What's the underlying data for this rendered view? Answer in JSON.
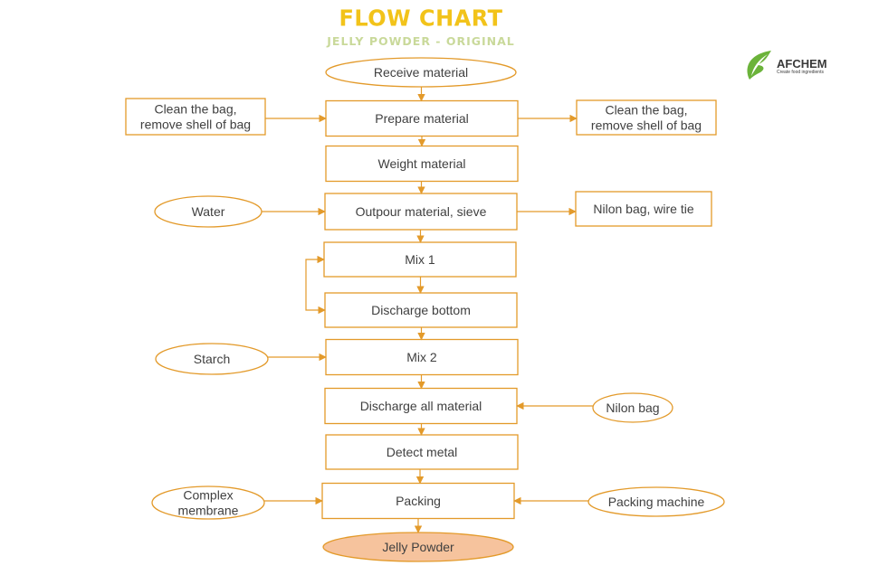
{
  "header": {
    "title": "FLOW CHART",
    "subtitle": "JELLY POWDER - ORIGINAL"
  },
  "logo": {
    "name": "AFCHEM",
    "tagline": "Create food ingredients",
    "colors": {
      "green": "#6bb33a",
      "dark_green": "#2f7a34"
    }
  },
  "colors": {
    "stroke": "#e39a2a",
    "text": "#404040",
    "final_fill": "#f6c39d"
  },
  "steps": [
    {
      "id": "receive",
      "label": "Receive material",
      "shape": "ellipse"
    },
    {
      "id": "prepare",
      "label": "Prepare material",
      "shape": "rect"
    },
    {
      "id": "weight",
      "label": "Weight material",
      "shape": "rect"
    },
    {
      "id": "outpour",
      "label": "Outpour material, sieve",
      "shape": "rect"
    },
    {
      "id": "mix1",
      "label": "Mix 1",
      "shape": "rect"
    },
    {
      "id": "discharge-bottom",
      "label": "Discharge bottom",
      "shape": "rect"
    },
    {
      "id": "mix2",
      "label": "Mix 2",
      "shape": "rect"
    },
    {
      "id": "discharge-all",
      "label": "Discharge all material",
      "shape": "rect"
    },
    {
      "id": "detect",
      "label": "Detect metal",
      "shape": "rect"
    },
    {
      "id": "packing",
      "label": "Packing",
      "shape": "rect"
    },
    {
      "id": "jelly",
      "label": "Jelly Powder",
      "shape": "ellipse",
      "filled": true
    }
  ],
  "inputs": [
    {
      "id": "clean-bag-left",
      "label": [
        "Clean the bag,",
        "remove shell of bag"
      ],
      "shape": "rect",
      "target": "prepare",
      "direction": "in"
    },
    {
      "id": "clean-bag-right",
      "label": [
        "Clean the bag,",
        "remove shell of bag"
      ],
      "shape": "rect",
      "target": "prepare",
      "direction": "out"
    },
    {
      "id": "water",
      "label": [
        "Water"
      ],
      "shape": "ellipse",
      "target": "outpour",
      "direction": "in"
    },
    {
      "id": "nilon-bag-wire",
      "label": [
        "Nilon bag, wire tie"
      ],
      "shape": "rect",
      "target": "outpour",
      "direction": "out"
    },
    {
      "id": "starch",
      "label": [
        "Starch"
      ],
      "shape": "ellipse",
      "target": "mix2",
      "direction": "in"
    },
    {
      "id": "nilon-bag",
      "label": [
        "Nilon bag"
      ],
      "shape": "ellipse",
      "target": "discharge-all",
      "direction": "in"
    },
    {
      "id": "complex-membrane",
      "label": [
        "Complex",
        "membrane"
      ],
      "shape": "ellipse",
      "target": "packing",
      "direction": "in"
    },
    {
      "id": "packing-machine",
      "label": [
        "Packing machine"
      ],
      "shape": "ellipse",
      "target": "packing",
      "direction": "in"
    }
  ],
  "loop": {
    "from": "discharge-bottom",
    "to": "mix1"
  }
}
